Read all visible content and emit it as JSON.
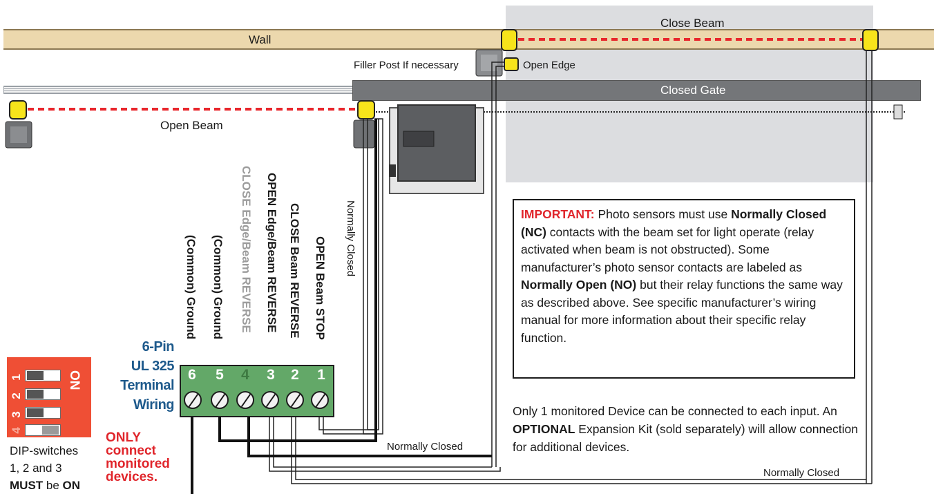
{
  "labels": {
    "wall": "Wall",
    "close_beam": "Close Beam",
    "closed_gate": "Closed Gate",
    "open_beam": "Open Beam",
    "filler_post": "Filler Post If necessary",
    "open_edge": "Open Edge",
    "normally_closed": "Normally Closed"
  },
  "terminal": {
    "title_lines": [
      "6-Pin",
      "UL 325",
      "Terminal",
      "Wiring"
    ],
    "pins": [
      {
        "num": "6",
        "label": "(Common) Ground",
        "active": true
      },
      {
        "num": "5",
        "label": "(Common) Ground",
        "active": true
      },
      {
        "num": "4",
        "label": "CLOSE Edge/Beam REVERSE",
        "active": false
      },
      {
        "num": "3",
        "label": "OPEN Edge/Beam REVERSE",
        "active": true
      },
      {
        "num": "2",
        "label": "CLOSE Beam REVERSE",
        "active": true
      },
      {
        "num": "1",
        "label": "OPEN Beam STOP",
        "active": true
      }
    ],
    "warning_lines": [
      "ONLY",
      "connect",
      "monitored",
      "devices."
    ]
  },
  "dip": {
    "on_label": "ON",
    "switches": [
      {
        "num": "1",
        "state": "on"
      },
      {
        "num": "2",
        "state": "on"
      },
      {
        "num": "3",
        "state": "on"
      },
      {
        "num": "4",
        "state": "off"
      }
    ],
    "caption_line1": "DIP-switches",
    "caption_line2": "1, 2 and 3",
    "caption_must": "MUST",
    "caption_be": " be ",
    "caption_on": "ON"
  },
  "important": {
    "keyword": "IMPORTANT:",
    "t1": " Photo sensors must use ",
    "b1": "Normally Closed (NC)",
    "t2": " contacts with the beam set for light operate (relay activated when beam is not obstructed). Some manufacturer’s photo sensor contacts are labeled as ",
    "b2": "Normally Open (NO)",
    "t3": " but their relay functions the same way as described above. See specific manufacturer’s wiring manual for more information about their specific relay function."
  },
  "expansion": {
    "t1": "Only 1 monitored Device can be connected to each input. An ",
    "b1": "OPTIONAL",
    "t2": " Expansion Kit (sold separately) will allow connection for additional devices."
  },
  "colors": {
    "beam": "#e8262c",
    "terminal_green": "#63a868",
    "dip_red": "#ef4f35",
    "title_blue": "#1e5a8c",
    "warning_red": "#e0252b",
    "sensor_yellow": "#f7e41b"
  }
}
